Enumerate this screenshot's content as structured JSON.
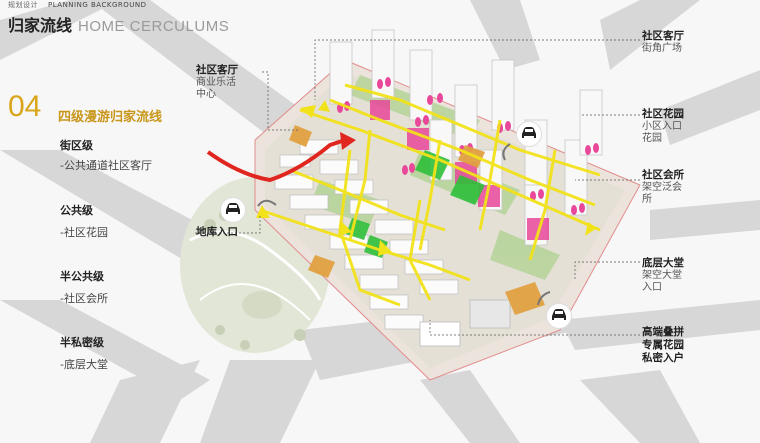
{
  "header": {
    "cn_small": "规划设计",
    "en_small": "PLANNING BACKGROUND",
    "cn_title": "归家流线",
    "en_title": "HOME CERCULUMS"
  },
  "section": {
    "number": "04",
    "title": "四级漫游归家流线"
  },
  "levels": [
    {
      "title": "街区级",
      "desc": "-公共通道社区客厅"
    },
    {
      "title": "公共级",
      "desc": "-社区花园"
    },
    {
      "title": "半公共级",
      "desc": "-社区会所"
    },
    {
      "title": "半私密级",
      "desc": "-底层大堂"
    }
  ],
  "callouts": {
    "left_top": {
      "title": "社区客厅",
      "lines": [
        "商业乐活",
        "中心"
      ]
    },
    "left_garage": {
      "title": "地库入口"
    },
    "right": [
      {
        "title": "社区客厅",
        "lines": [
          "街角广场"
        ]
      },
      {
        "title": "社区花园",
        "lines": [
          "小区入口",
          "花园"
        ]
      },
      {
        "title": "社区会所",
        "lines": [
          "架空泛会",
          "所"
        ]
      },
      {
        "title": "底层大堂",
        "lines": [
          "架空大堂",
          "入口"
        ]
      },
      {
        "title": "高端叠拼",
        "lines": [
          "专属花园",
          "私密入户"
        ]
      }
    ]
  },
  "icons": [
    "car-icon",
    "car-icon",
    "car-icon"
  ],
  "colors": {
    "accent_gold": "#d9a51a",
    "flow_red": "#e0261e",
    "flow_yellow": "#f2e21a",
    "hub_green": "#2fbf3a",
    "hub_magenta": "#e8479a",
    "hub_orange": "#e0a040"
  }
}
